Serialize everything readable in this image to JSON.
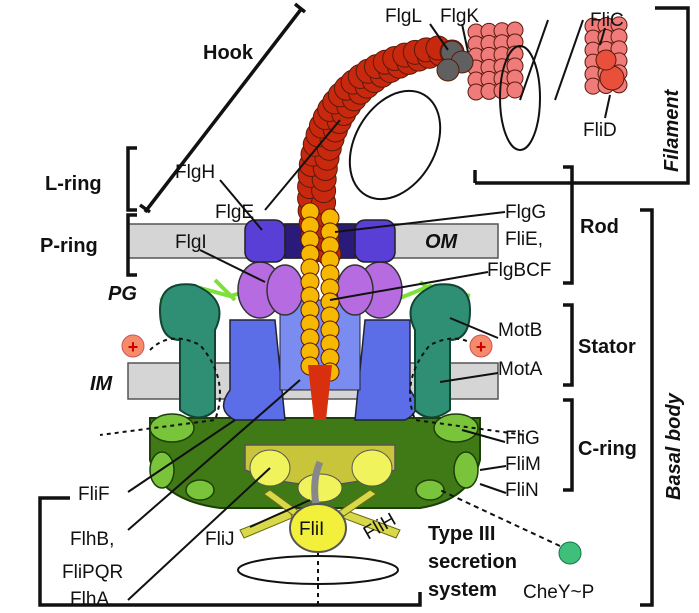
{
  "labels": {
    "hook": "Hook",
    "flgL": "FlgL",
    "flgK": "FlgK",
    "fliC": "FliC",
    "filament": "Filament",
    "flgE": "FlgE",
    "fliD": "FliD",
    "l_ring": "L-ring",
    "flgH": "FlgH",
    "flgG": "FlgG",
    "rod": "Rod",
    "p_ring": "P-ring",
    "flgI": "FlgI",
    "om": "OM",
    "fliE": "FliE,",
    "flgBCF": "FlgBCF",
    "pg": "PG",
    "motB": "MotB",
    "stator": "Stator",
    "basal_body": "Basal body",
    "im": "IM",
    "motA": "MotA",
    "fliG": "FliG",
    "c_ring": "C-ring",
    "fliF": "FliF",
    "fliM": "FliM",
    "fliN": "FliN",
    "flhB": "FlhB,",
    "fliPQR": "FliPQR",
    "flhA": "FlhA",
    "fliJ": "FliJ",
    "fliI": "FliI",
    "fliH": "FliH",
    "t3ss_line1": "Type III",
    "t3ss_line2": "secretion",
    "t3ss_line3": "system",
    "cheY": "CheY~P",
    "proton": "+"
  },
  "colors": {
    "hook": "#c8280e",
    "rod": "#f6b800",
    "filament": "#ef7b7b",
    "cap": "#606060",
    "l_ring": "#5a3fd6",
    "p_ring": "#b66be0",
    "ms_ring": "#5b6ee8",
    "stator": "#2f8f74",
    "c_ring": "#3f7a16",
    "c_ring_light": "#79c43a",
    "export": "#e4e33a",
    "membrane": "#d5d5d5",
    "pg": "#7ee03a",
    "proton": "#f58b6a"
  }
}
